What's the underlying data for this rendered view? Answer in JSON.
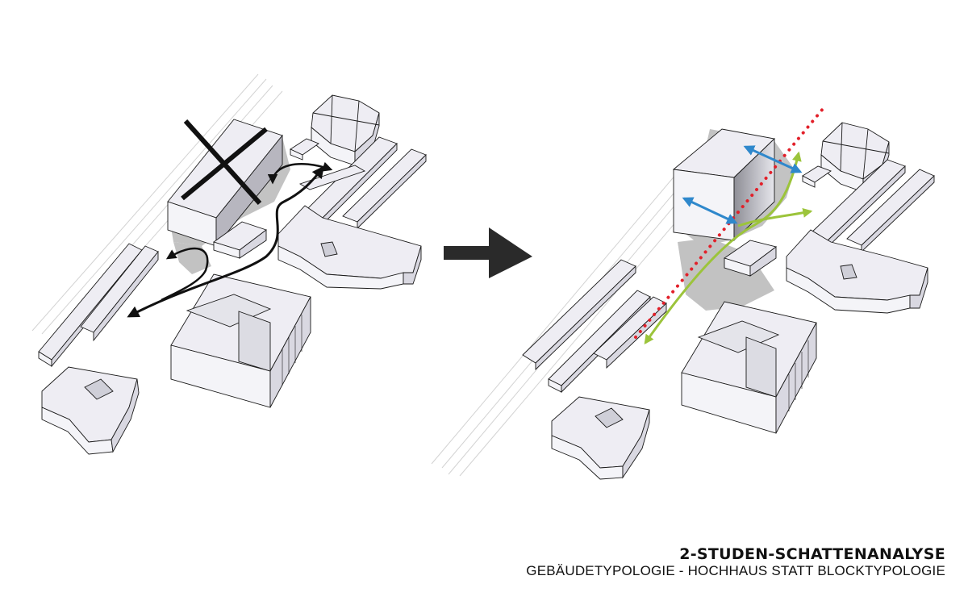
{
  "caption": {
    "title": "2-STUDEN-SCHATTENANALYSE",
    "subtitle": "GEBÄUDETYPOLOGIE - HOCHHAUS STATT BLOCKTYPOLOGIE"
  },
  "colors": {
    "background": "#ffffff",
    "building_top": "#eeedf3",
    "building_side": "#d9d8e1",
    "building_front": "#f4f4f8",
    "outline": "#1a1a1a",
    "shadow": "#b9b9b9",
    "rail": "#d6d6d6",
    "cross": "#111111",
    "flow_black": "#111111",
    "flow_blue": "#2f88cc",
    "flow_green": "#9cc43b",
    "axis_red": "#e2202a",
    "transition_arrow": "#2a2a2a"
  },
  "icons": [
    "cross-mark",
    "transition-arrow-icon"
  ]
}
